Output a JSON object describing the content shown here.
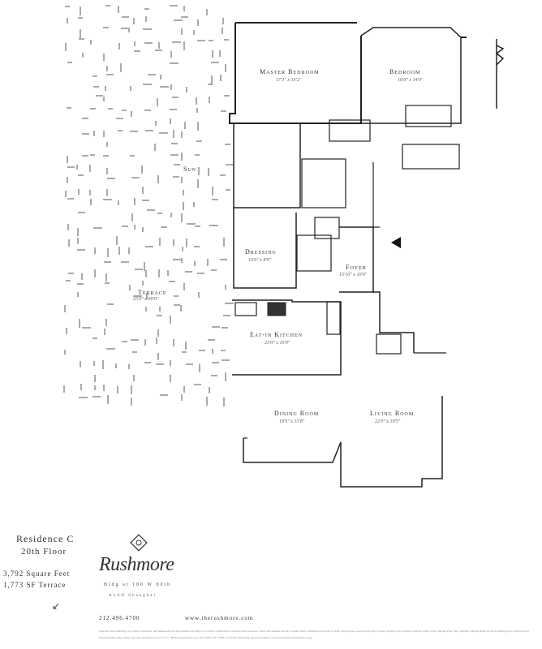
{
  "plan": {
    "rooms": {
      "master_bedroom": {
        "label": "Master Bedroom",
        "dims": "17'3\" x 15'2\""
      },
      "bedroom": {
        "label": "Bedroom",
        "dims": "16'6\" x 14'0\""
      },
      "sun": {
        "label": "Sun"
      },
      "dressing": {
        "label": "Dressing",
        "dims": "10'0\" x 8'0\""
      },
      "foyer": {
        "label": "Foyer",
        "dims": "15'10\" x 10'0\""
      },
      "terrace": {
        "label": "Terrace",
        "dims": "25'0\" x 60'0\""
      },
      "eat_in_kitchen": {
        "label": "Eat-in Kitchen",
        "dims": "25'0\" x 15'0\""
      },
      "dining_room": {
        "label": "Dining Room",
        "dims": "19'5\" x 15'8\""
      },
      "living_room": {
        "label": "Living Room",
        "dims": "22'0\" x 19'5\""
      }
    }
  },
  "info": {
    "residence": "Residence C",
    "floor": "20th Floor",
    "sqft": "3,792 Square Feet",
    "terrace_sqft": "1,773 SF Terrace"
  },
  "logo": {
    "wordmark": "Rushmore",
    "subtitle": "Bldg at 180 W 80th",
    "tagline": "ALSO Shanghai"
  },
  "contact": {
    "phone": "212.496.4700",
    "website": "www.therushmore.com"
  },
  "fine_print": {
    "line1": "Sketches and renderings are artist's conception. All dimensions are approximate and subject to normal construction variances and tolerances. Plans and dimensions may contain minor variations from floor to floor. The Sponsor reserves the right to make changes in accordance with the terms of the Offering Plan. The complete offering terms are in an offering plan available from Sponsor. File No. CD04-0016.",
    "line2": "Equal Housing Opportunity. Sponsor: Rushmore Tower LLC, 180 Riverside Boulevard, New York, NY 10069. Exclusive Marketing and Sales Agent: Corcoran Sunshine Marketing Group."
  }
}
